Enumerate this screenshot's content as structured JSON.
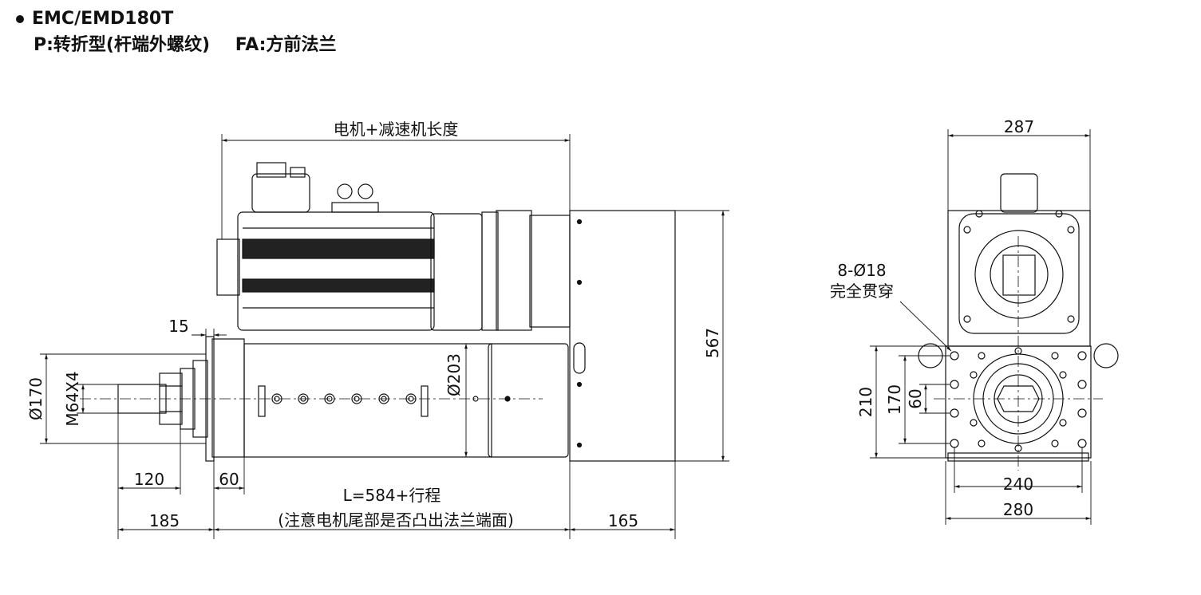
{
  "header": {
    "model": "EMC/EMD180T",
    "variant_p": "P:转折型(杆端外螺纹)",
    "variant_fa": "FA:方前法兰"
  },
  "side_view": {
    "motor_length_label": "电机+减速机长度",
    "stroke_length_label": "L=584+行程",
    "stroke_note": "(注意电机尾部是否凸出法兰端面)",
    "dims": {
      "rod_end_length": "185",
      "flange_gap": "60",
      "thread_length": "120",
      "flange_thickness": "15",
      "motor_overhang": "165",
      "overall_height": "567",
      "body_diameter": "Ø203",
      "rod_diameter": "Ø170",
      "thread_spec": "M64X4"
    }
  },
  "end_view": {
    "hole_note_1": "8-Ø18",
    "hole_note_2": "完全贯穿",
    "dims": {
      "motor_width": "287",
      "hole_pitch": "240",
      "flange_width": "280",
      "flange_height": "210",
      "inner_pitch": "170",
      "small_pitch": "60"
    }
  }
}
